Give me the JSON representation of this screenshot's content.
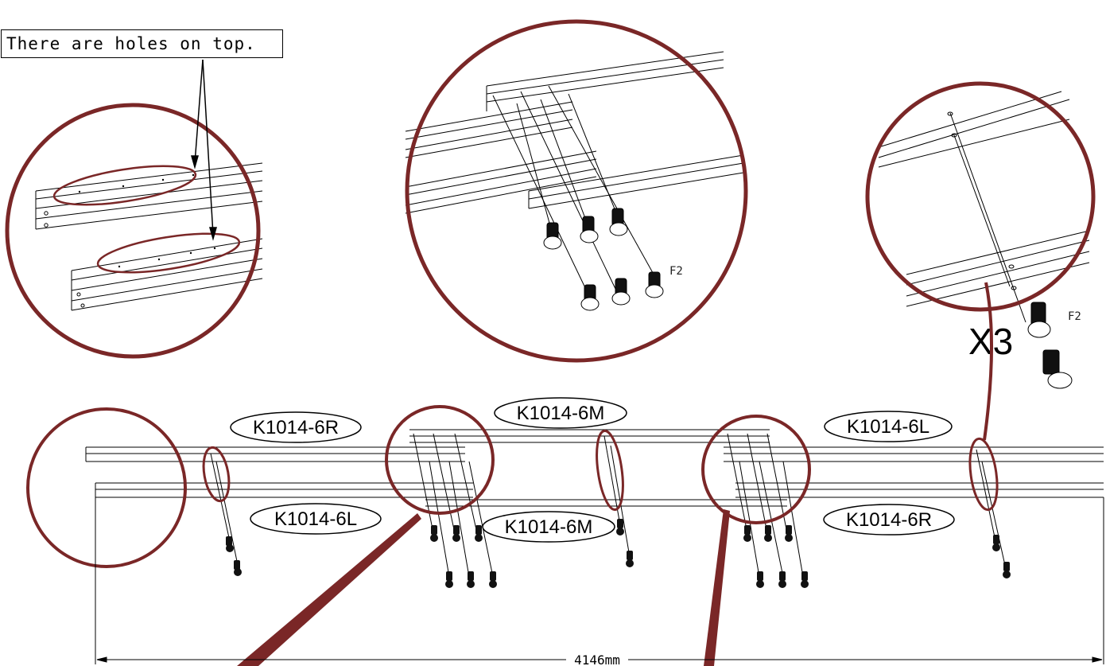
{
  "callout": {
    "text": "There are holes on top."
  },
  "part_labels": {
    "top_left": "K1014-6R",
    "top_middle": "K1014-6M",
    "top_right": "K1014-6L",
    "bottom_left": "K1014-6L",
    "bottom_middle": "K1014-6M",
    "bottom_right": "K1014-6R"
  },
  "fastener_labels": {
    "detail_center": "F2",
    "detail_right": "F2"
  },
  "quantity_label": "X3",
  "dimension_label": "4146mm",
  "colors": {
    "highlight": "#7a2727",
    "line": "#000000",
    "background": "#ffffff"
  }
}
